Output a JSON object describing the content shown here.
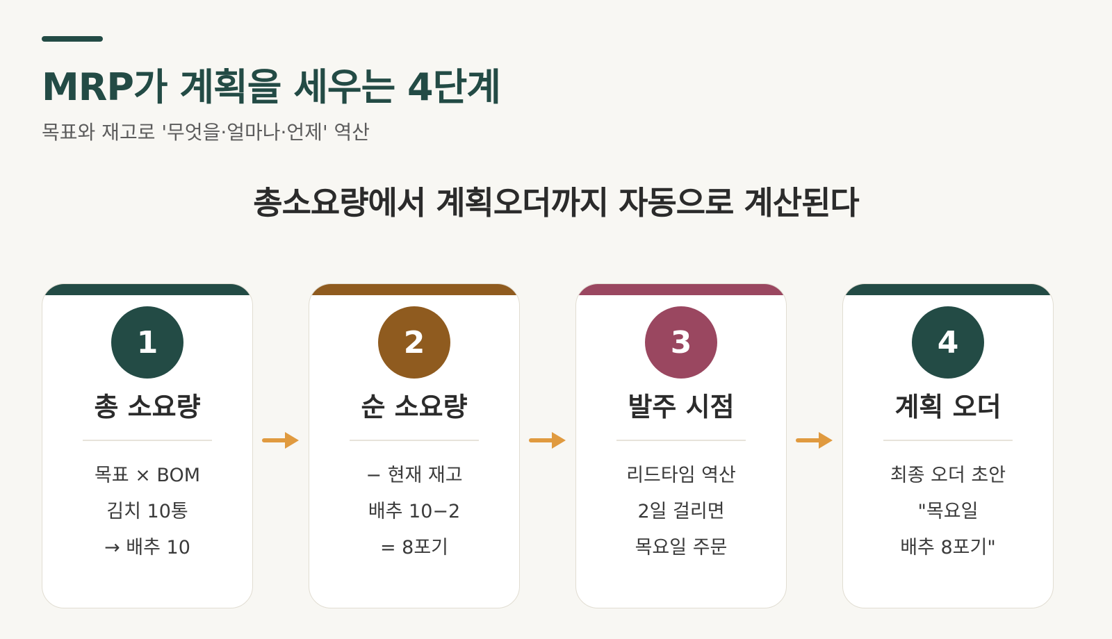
{
  "header": {
    "title": "MRP가 계획을 세우는 4단계",
    "subtitle": "목표와 재고로 '무엇을·얼마나·언제' 역산"
  },
  "headline": "총소요량에서 계획오더까지 자동으로 계산된다",
  "colors": {
    "background": "#f8f7f3",
    "green": "#234b45",
    "brown": "#8f5b1f",
    "plum": "#9a4760",
    "arrow": "#e09a3f",
    "text_dark": "#2b2b2b",
    "text_muted": "#5b5b5b"
  },
  "steps": [
    {
      "number": "1",
      "title": "총 소요량",
      "color": "#234b45",
      "lines": [
        "목표 × BOM",
        "김치 10통",
        "→ 배추 10"
      ]
    },
    {
      "number": "2",
      "title": "순 소요량",
      "color": "#8f5b1f",
      "lines": [
        "− 현재 재고",
        "배추 10−2",
        "= 8포기"
      ]
    },
    {
      "number": "3",
      "title": "발주 시점",
      "color": "#9a4760",
      "lines": [
        "리드타임 역산",
        "2일 걸리면",
        "목요일 주문"
      ]
    },
    {
      "number": "4",
      "title": "계획 오더",
      "color": "#234b45",
      "lines": [
        "최종 오더 초안",
        "\"목요일",
        "배추 8포기\""
      ]
    }
  ],
  "connector_icon": "right-arrow-icon"
}
